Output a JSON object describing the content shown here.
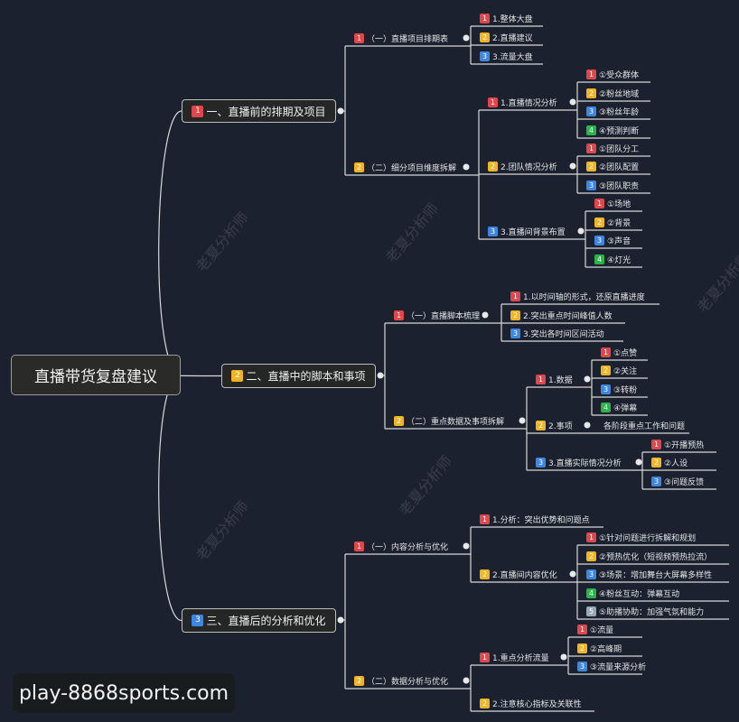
{
  "badge_colors": {
    "1": "#e0474c",
    "2": "#f0b526",
    "3": "#3f86e0",
    "4": "#2cb34a",
    "5": "#9aa8b4"
  },
  "background": "#1c2130",
  "root": "直播带货复盘建议",
  "branches": [
    {
      "label": "一、直播前的排期及项目",
      "badge": 1,
      "children": [
        {
          "label": "（一）直播项目排期表",
          "badge": 1,
          "children": [
            {
              "label": "1.整体大盘",
              "badge": 1
            },
            {
              "label": "2.直播建议",
              "badge": 2
            },
            {
              "label": "3.流量大盘",
              "badge": 3
            }
          ]
        },
        {
          "label": "（二）细分项目维度拆解",
          "badge": 2,
          "children": [
            {
              "label": "1.直播情况分析",
              "badge": 1,
              "children": [
                {
                  "label": "①受众群体",
                  "badge": 1
                },
                {
                  "label": "②粉丝地域",
                  "badge": 2
                },
                {
                  "label": "③粉丝年龄",
                  "badge": 3
                },
                {
                  "label": "④预测判断",
                  "badge": 4
                }
              ]
            },
            {
              "label": "2.团队情况分析",
              "badge": 2,
              "children": [
                {
                  "label": "①团队分工",
                  "badge": 1
                },
                {
                  "label": "②团队配置",
                  "badge": 2
                },
                {
                  "label": "③团队职责",
                  "badge": 3
                }
              ]
            },
            {
              "label": "3.直播间背景布置",
              "badge": 3,
              "children": [
                {
                  "label": "①场地",
                  "badge": 1
                },
                {
                  "label": "②背景",
                  "badge": 2
                },
                {
                  "label": "③声音",
                  "badge": 3
                },
                {
                  "label": "④灯光",
                  "badge": 4
                }
              ]
            }
          ]
        }
      ]
    },
    {
      "label": "二、直播中的脚本和事项",
      "badge": 2,
      "children": [
        {
          "label": "（一）直播脚本梳理",
          "badge": 1,
          "children": [
            {
              "label": "1.以时间轴的形式，还原直播进度",
              "badge": 1
            },
            {
              "label": "2.突出重点时间峰值人数",
              "badge": 2
            },
            {
              "label": "3.突出各时间区间活动",
              "badge": 3
            }
          ]
        },
        {
          "label": "（二）重点数据及事项拆解",
          "badge": 2,
          "children": [
            {
              "label": "1.数据",
              "badge": 1,
              "children": [
                {
                  "label": "①点赞",
                  "badge": 1
                },
                {
                  "label": "②关注",
                  "badge": 2
                },
                {
                  "label": "③转粉",
                  "badge": 3
                },
                {
                  "label": "④弹幕",
                  "badge": 4
                }
              ]
            },
            {
              "label": "2.事项",
              "badge": 2,
              "children": [
                {
                  "label": "各阶段重点工作和问题"
                }
              ]
            },
            {
              "label": "3.直播实际情况分析",
              "badge": 3,
              "children": [
                {
                  "label": "①开播预热",
                  "badge": 1
                },
                {
                  "label": "②人设",
                  "badge": 2
                },
                {
                  "label": "③问题反馈",
                  "badge": 3
                }
              ]
            }
          ]
        }
      ]
    },
    {
      "label": "三、直播后的分析和优化",
      "badge": 3,
      "children": [
        {
          "label": "（一）内容分析与优化",
          "badge": 1,
          "children": [
            {
              "label": "1.分析：突出优势和问题点",
              "badge": 1
            },
            {
              "label": "2.直播间内容优化",
              "badge": 2,
              "children": [
                {
                  "label": "①针对问题进行拆解和规划",
                  "badge": 1
                },
                {
                  "label": "②预热优化（短视频预热拉流）",
                  "badge": 2
                },
                {
                  "label": "③场景：增加舞台大屏幕多样性",
                  "badge": 3
                },
                {
                  "label": "④粉丝互动：弹幕互动",
                  "badge": 4
                },
                {
                  "label": "⑤助播协助：加强气氛和能力",
                  "badge": 5
                }
              ]
            }
          ]
        },
        {
          "label": "（二）数据分析与优化",
          "badge": 2,
          "children": [
            {
              "label": "1.重点分析流量",
              "badge": 1,
              "children": [
                {
                  "label": "①流量",
                  "badge": 1
                },
                {
                  "label": "②高峰期",
                  "badge": 2
                },
                {
                  "label": "③流量来源分析",
                  "badge": 3
                }
              ]
            },
            {
              "label": "2.注意核心指标及关联性",
              "badge": 2
            }
          ]
        }
      ]
    }
  ],
  "watermark": "老夏分析师",
  "overlay_banner": "play-8868sports.com"
}
